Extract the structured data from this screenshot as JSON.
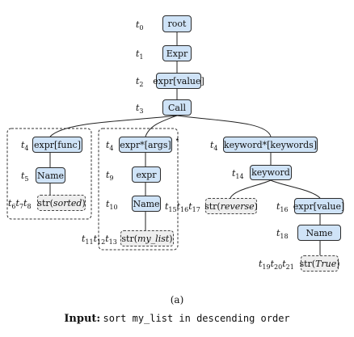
{
  "nodes": {
    "root": "root",
    "expr": "Expr",
    "expr_value": "expr[value]",
    "call": "Call",
    "expr_func": "expr[func]",
    "name_func": "Name",
    "str_sorted": {
      "prefix": "str(",
      "literal": "sorted",
      "suffix": ")"
    },
    "expr_args": "expr*[args]",
    "expr_arg": "expr",
    "name_arg": "Name",
    "str_mylist": {
      "prefix": "str(",
      "literal": "my_list",
      "suffix": ")"
    },
    "keyword_list": "keyword*[keywords]",
    "keyword": "keyword",
    "str_reverse": {
      "prefix": "str(",
      "literal": "reverse",
      "suffix": ")"
    },
    "expr_value2": "expr[value]",
    "name_value": "Name",
    "str_true": {
      "prefix": "str(",
      "literal": "True",
      "suffix": ")"
    }
  },
  "star_mark": "⋆",
  "caption": "(a)",
  "input": {
    "label": "Input:",
    "text": "sort my_list in descending order"
  }
}
